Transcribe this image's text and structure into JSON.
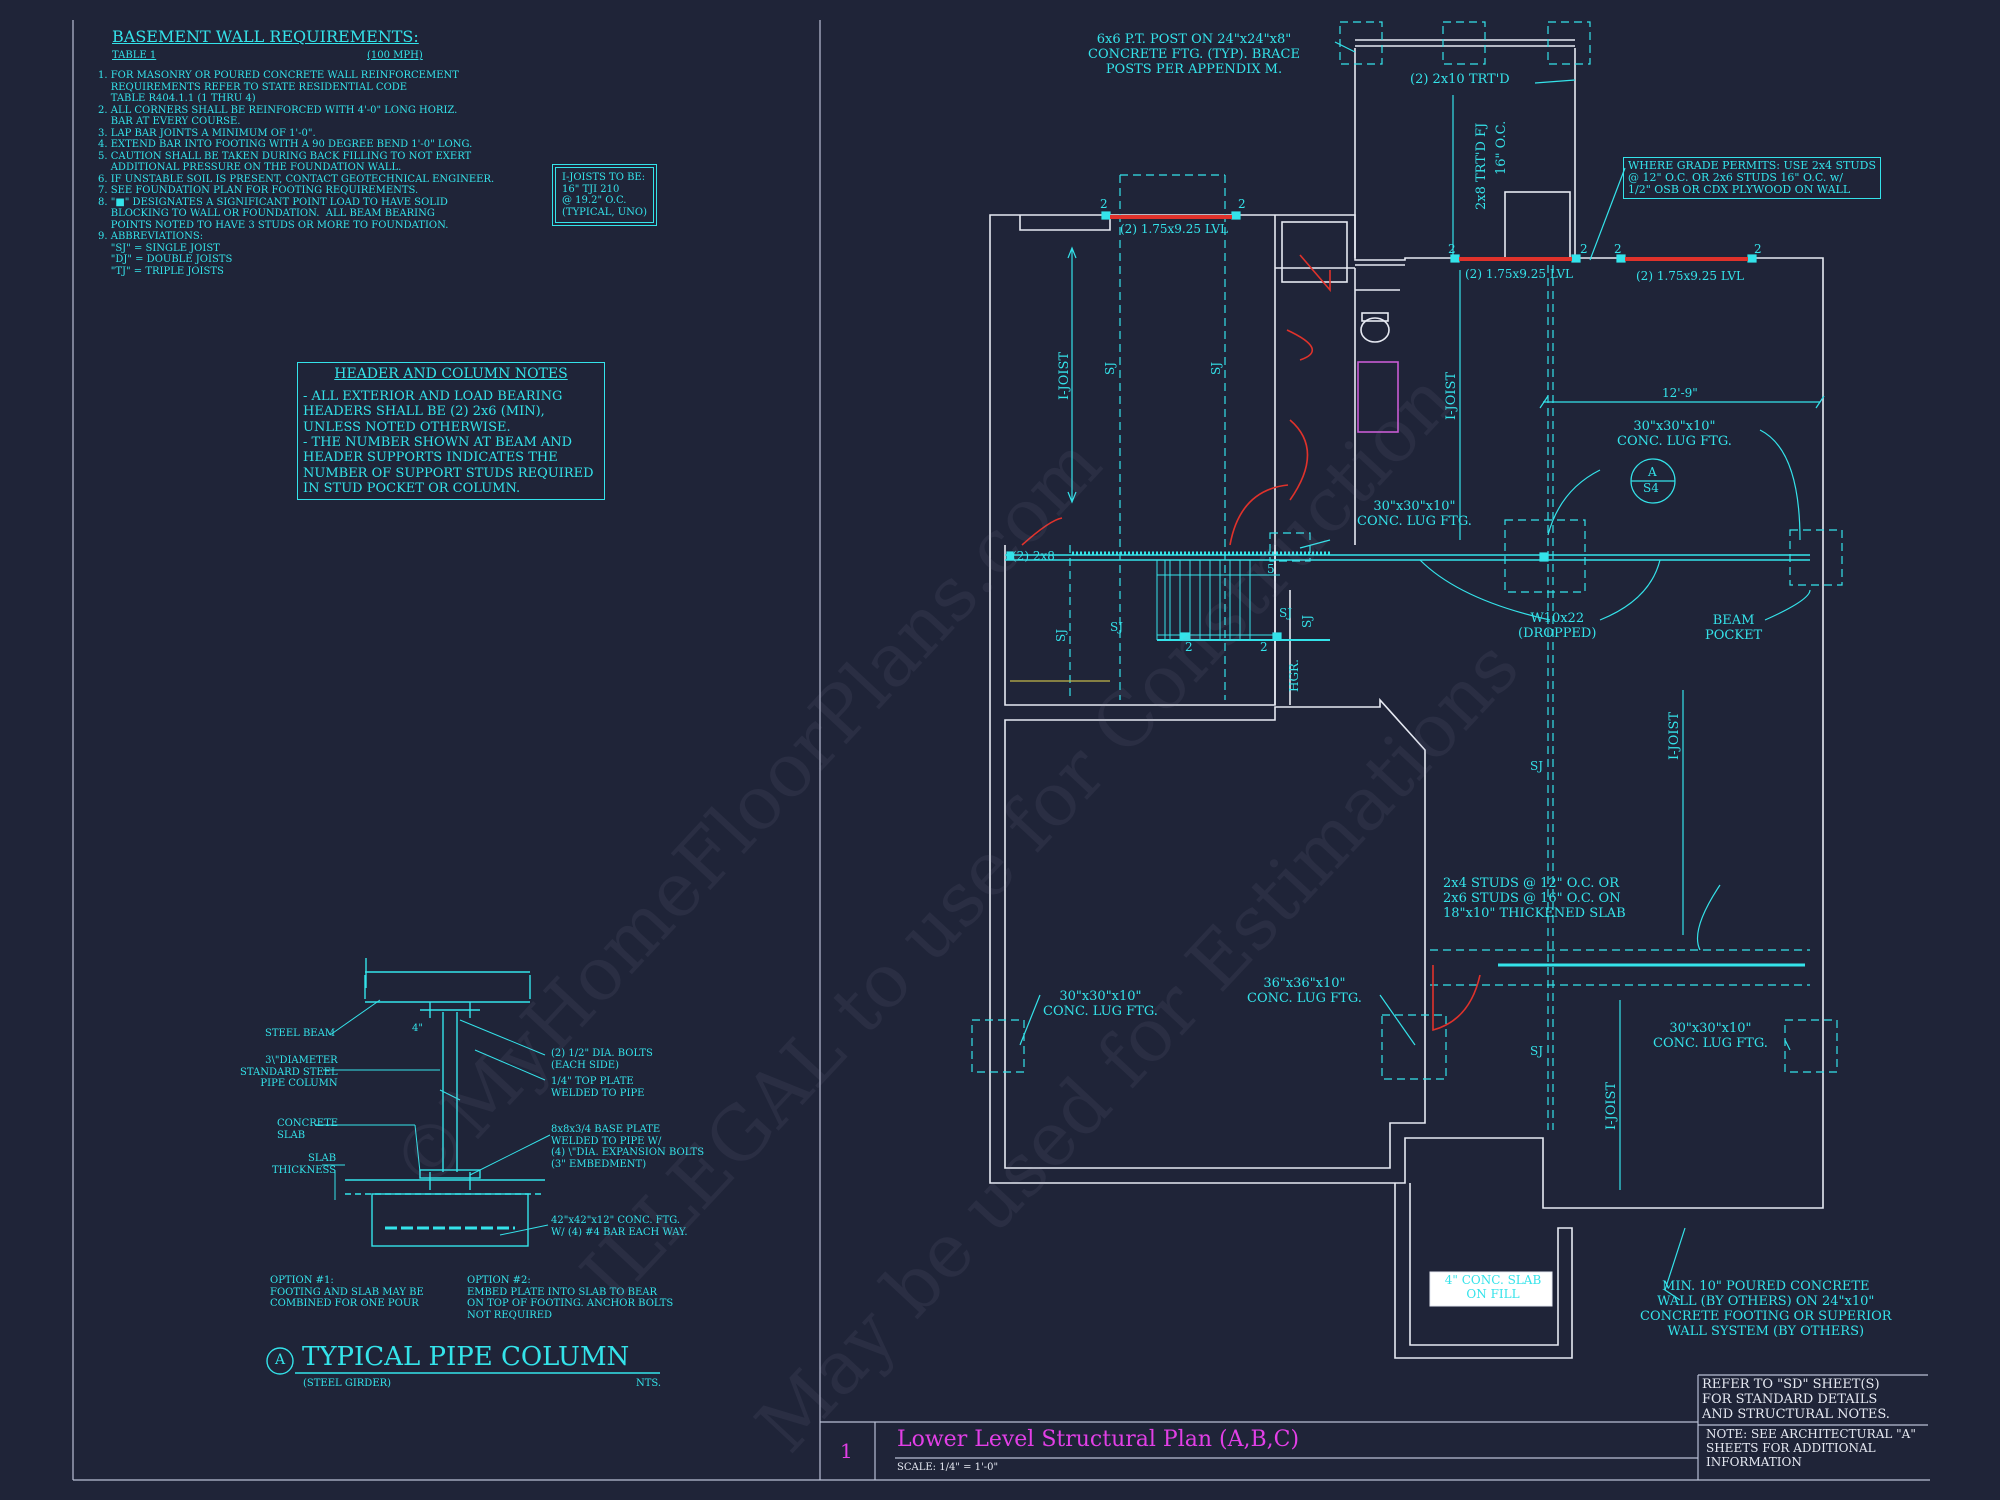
{
  "basement_notes": {
    "title": "BASEMENT WALL REQUIREMENTS:",
    "table": "TABLE 1",
    "wind": "(100 MPH)",
    "items": [
      "1. FOR MASONRY OR POURED CONCRETE WALL REINFORCEMENT",
      "    REQUIREMENTS REFER TO STATE RESIDENTIAL CODE",
      "    TABLE R404.1.1 (1 THRU 4)",
      "2. ALL CORNERS SHALL BE REINFORCED WITH 4'-0\" LONG HORIZ.",
      "    BAR AT EVERY COURSE.",
      "3. LAP BAR JOINTS A MINIMUM OF 1'-0\".",
      "4. EXTEND BAR INTO FOOTING WITH A 90 DEGREE BEND 1'-0\" LONG.",
      "5. CAUTION SHALL BE TAKEN DURING BACK FILLING TO NOT EXERT",
      "    ADDITIONAL PRESSURE ON THE FOUNDATION WALL.",
      "6. IF UNSTABLE SOIL IS PRESENT, CONTACT GEOTECHNICAL ENGINEER.",
      "7. SEE FOUNDATION PLAN FOR FOOTING REQUIREMENTS.",
      "8. \"■\" DESIGNATES A SIGNIFICANT POINT LOAD TO HAVE SOLID",
      "    BLOCKING TO WALL OR FOUNDATION.  ALL BEAM BEARING",
      "    POINTS NOTED TO HAVE 3 STUDS OR MORE TO FOUNDATION.",
      "9. ABBREVIATIONS:",
      "    \"SJ\" = SINGLE JOIST",
      "    \"DJ\" = DOUBLE JOISTS",
      "    \"TJ\" = TRIPLE JOISTS"
    ]
  },
  "ijoist_note": "I-JOISTS TO BE:\n16\" TJI 210\n@ 19.2\" O.C.\n(TYPICAL, UNO)",
  "header_notes": {
    "title": "HEADER AND COLUMN NOTES",
    "body": "- ALL EXTERIOR AND LOAD BEARING\nHEADERS SHALL BE (2) 2x6 (MIN),\nUNLESS NOTED OTHERWISE.\n- THE NUMBER SHOWN AT BEAM AND\nHEADER SUPPORTS INDICATES THE\nNUMBER OF SUPPORT STUDS REQUIRED\nIN STUD POCKET OR COLUMN."
  },
  "pipe_column": {
    "marker": "A",
    "title": "TYPICAL PIPE COLUMN",
    "subtitle": "(STEEL GIRDER)",
    "scale": "NTS.",
    "labels": {
      "steel_beam": "STEEL BEAM",
      "pipe": "3\\\"DIAMETER\nSTANDARD STEEL\nPIPE COLUMN",
      "slab": "CONCRETE\nSLAB",
      "slab_thk": "SLAB\nTHICKNESS",
      "bolts": "(2) 1/2\" DIA. BOLTS\n(EACH SIDE)",
      "top_plate": "1/4\" TOP PLATE\nWELDED TO PIPE",
      "base_plate": "8x8x3/4 BASE PLATE\nWELDED TO PIPE W/\n(4) \\\"DIA. EXPANSION BOLTS\n(3\" EMBEDMENT)",
      "ftg": "42\"x42\"x12\" CONC. FTG.\nW/ (4) #4 BAR EACH WAY.",
      "dim": "4\"",
      "opt1": "OPTION #1:\nFOOTING AND SLAB MAY BE\nCOMBINED FOR ONE POUR",
      "opt2": "OPTION #2:\nEMBED PLATE INTO SLAB TO BEAR\nON TOP OF FOOTING. ANCHOR BOLTS\nNOT REQUIRED"
    }
  },
  "plan": {
    "post_note": "6x6 P.T. POST ON 24\"x24\"x8\"\nCONCRETE FTG. (TYP). BRACE\nPOSTS PER APPENDIX M.",
    "trtd": "(2) 2x10 TRT'D",
    "deck_joist": "2x8 TRT'D FJ",
    "deck_oc": "16\" O.C.",
    "grade_note": "WHERE GRADE PERMITS: USE 2x4 STUDS\n@ 12\" O.C. OR 2x6 STUDS 16\" O.C. w/\n1/2\" OSB OR CDX PLYWOOD ON WALL",
    "lvl_left": "(2) 1.75x9.25 LVL",
    "lvl_mid": "(2) 1.75x9.25 LVL",
    "lvl_right": "(2) 1.75x9.25 LVL",
    "num2": "2",
    "num5": "5",
    "ijoist": "I-JOIST",
    "sj": "SJ",
    "dim_129": "12'-9\"",
    "lug_30": "30\"x30\"x10\"\nCONC. LUG FTG.",
    "lug_36": "36\"x36\"x10\"\nCONC. LUG FTG.",
    "section_a": "A",
    "section_s4": "S4",
    "beam": "W10x22\n(DROPPED)",
    "beam_pocket": "BEAM\nPOCKET",
    "hdr_2x8": "(2) 2x8",
    "hgr": "HGR.",
    "studs_note": "2x4 STUDS @ 12\" O.C. OR\n2x6 STUDS @ 16\" O.C. ON\n18\"x10\" THICKENED SLAB",
    "slab_fill": "4\" CONC. SLAB\nON FILL",
    "wall_note": "MIN. 10\" POURED CONCRETE\nWALL (BY OTHERS) ON 24\"x10\"\nCONCRETE FOOTING OR SUPERIOR\nWALL SYSTEM (BY OTHERS)"
  },
  "title_block": {
    "number": "1",
    "title": "Lower Level Structural Plan (A,B,C)",
    "scale": "SCALE: 1/4\" = 1'-0\"",
    "refer_note": "REFER TO \"SD\" SHEET(S)\nFOR STANDARD DETAILS\nAND STRUCTURAL NOTES.",
    "arch_note": "NOTE: SEE ARCHITECTURAL \"A\"\nSHEETS FOR ADDITIONAL\nINFORMATION"
  },
  "watermark": {
    "line1": "©MyHomeFloorPlans.com",
    "line2": "ILLEGAL to use for Construction",
    "line3": "May be used for Estimations"
  },
  "colors": {
    "background": "#1f2438",
    "linework": "#34e3ea",
    "walls": "#e6e9f2",
    "beams_red": "#e0322b",
    "title_magenta": "#e23fe6"
  }
}
